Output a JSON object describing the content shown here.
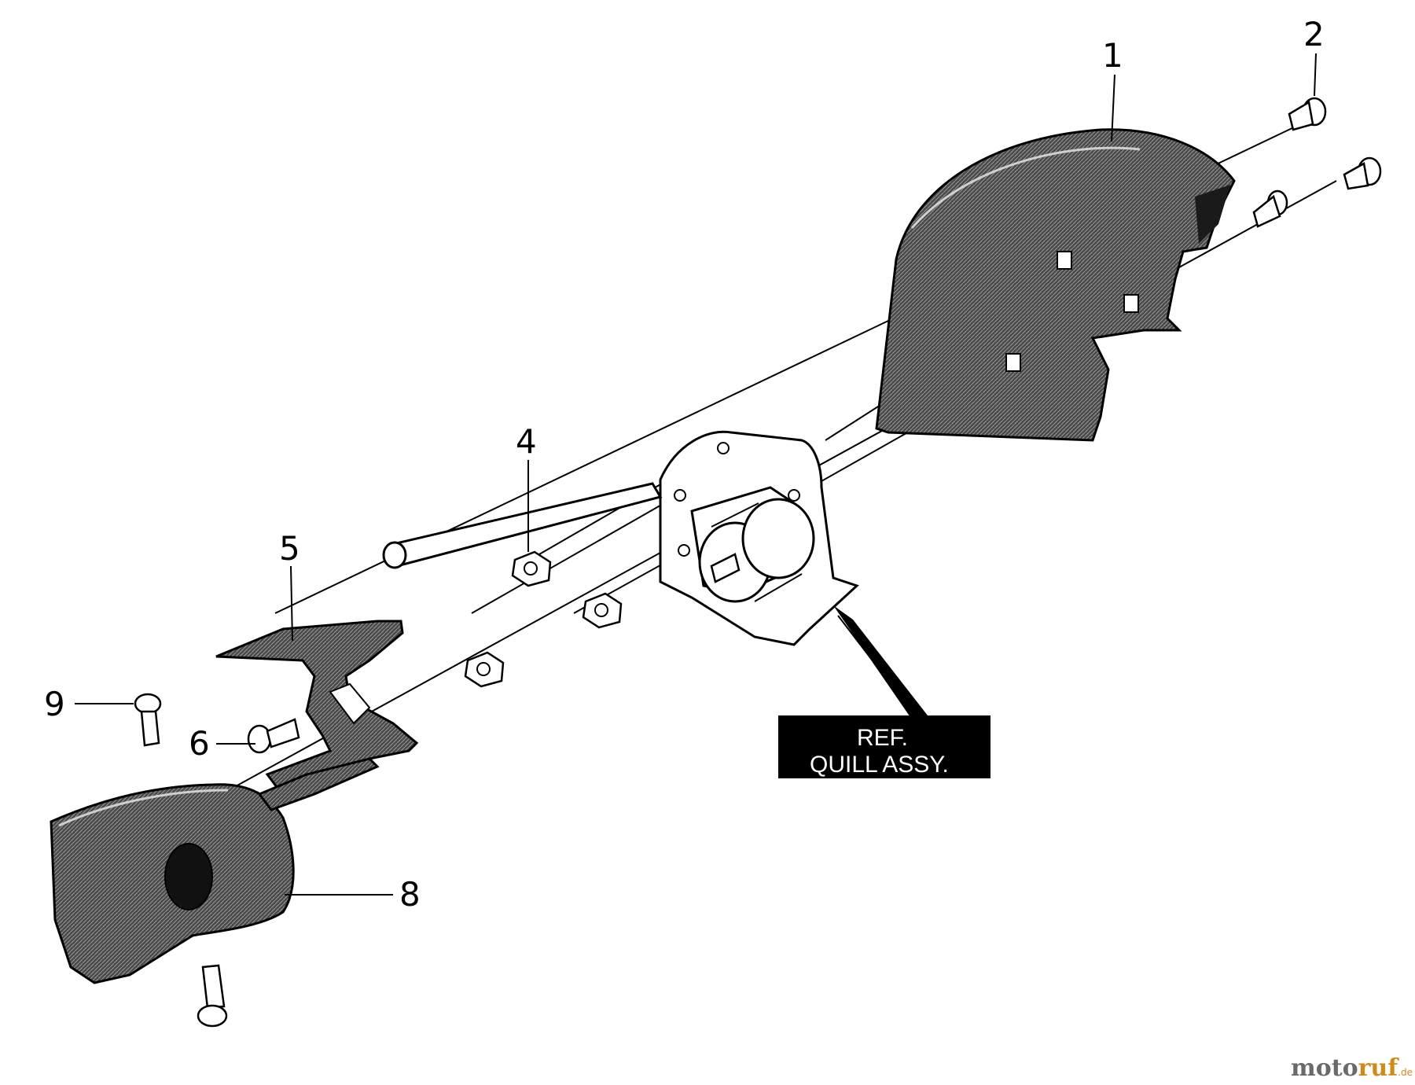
{
  "diagram": {
    "callouts": [
      "1",
      "2",
      "4",
      "5",
      "6",
      "8",
      "9"
    ],
    "reference_box": {
      "line1": "REF.",
      "line2": "QUILL ASSY."
    }
  },
  "watermark": {
    "part1": "moto",
    "part2": "ruf",
    "suffix": ".de"
  },
  "colors": {
    "part_fill": "#3a3a3a",
    "reference_box": "#000000",
    "watermark_gray": "#6a6a6a",
    "watermark_orange": "#d08a1a"
  }
}
